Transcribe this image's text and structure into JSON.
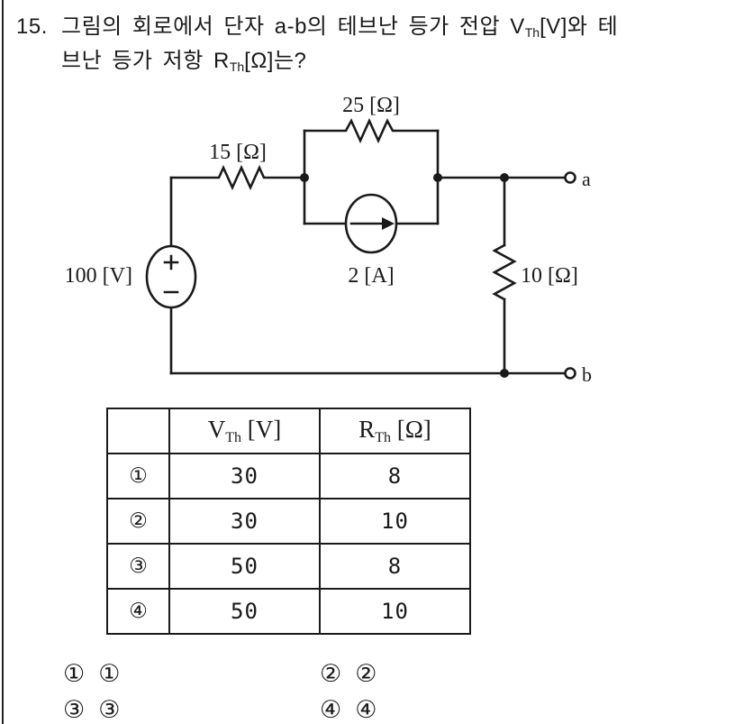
{
  "question": {
    "number": "15.",
    "line1_text": "그림의 회로에서 단자 a-b의 테브난 등가 전압 V",
    "line1_sub": "Th",
    "line1_tail": "[V]와 테",
    "line2_text": "브난 등가 저항 R",
    "line2_sub": "Th",
    "line2_tail": "[Ω]는?"
  },
  "circuit": {
    "labels": {
      "resistor_top": "25 [Ω]",
      "resistor_series": "15 [Ω]",
      "voltage_source": "100 [V]",
      "current_source": "2 [A]",
      "resistor_load": "10 [Ω]",
      "terminal_a": "a",
      "terminal_b": "b"
    }
  },
  "table": {
    "header": {
      "vth_main": "V",
      "vth_sub": "Th",
      "vth_unit": " [V]",
      "rth_main": "R",
      "rth_sub": "Th",
      "rth_unit": " [Ω]"
    },
    "rows": [
      {
        "marker": "①",
        "vth": "30",
        "rth": "8"
      },
      {
        "marker": "②",
        "vth": "30",
        "rth": "10"
      },
      {
        "marker": "③",
        "vth": "50",
        "rth": "8"
      },
      {
        "marker": "④",
        "vth": "50",
        "rth": "10"
      }
    ]
  },
  "options": [
    {
      "marker": "①",
      "value": "①"
    },
    {
      "marker": "②",
      "value": "②"
    },
    {
      "marker": "③",
      "value": "③"
    },
    {
      "marker": "④",
      "value": "④"
    }
  ]
}
